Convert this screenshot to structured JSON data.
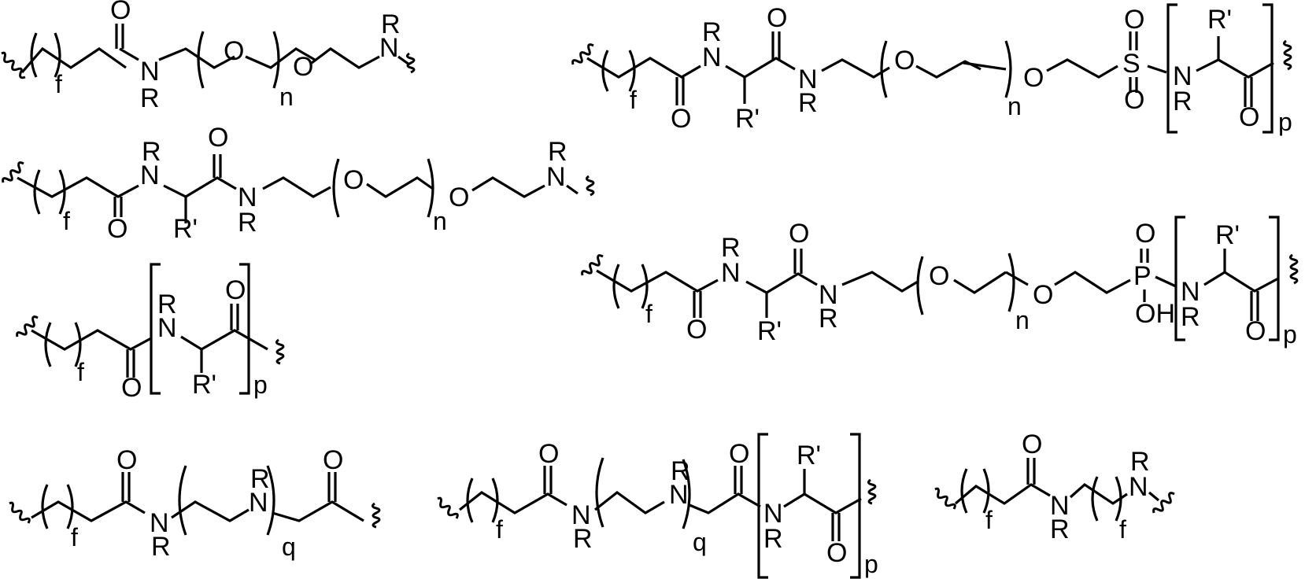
{
  "figure": {
    "description": "Linker structures (8 chemical structures)",
    "colors": {
      "ink": "#000000",
      "background": "#ffffff"
    }
  },
  "labels": {
    "O": "O",
    "N": "N",
    "R": "R",
    "Rp": "R'",
    "S": "S",
    "P": "P",
    "OH": "OH",
    "f": "f",
    "n": "n",
    "p": "p",
    "q": "q"
  },
  "structures": [
    {
      "id": 1,
      "name": "alkyl-amide-PEG-amine",
      "repeat_indices": [
        "f",
        "n"
      ]
    },
    {
      "id": 2,
      "name": "alkyl-amide-amino-acid-amide-PEG-sulfonyl-peptide",
      "repeat_indices": [
        "f",
        "n",
        "p"
      ]
    },
    {
      "id": 3,
      "name": "alkyl-amide-amino-acid-amide-PEG-amine",
      "repeat_indices": [
        "f",
        "n"
      ]
    },
    {
      "id": 4,
      "name": "alkyl-amide-amino-acid-amide-PEG-phosphonyl-peptide",
      "repeat_indices": [
        "f",
        "n",
        "p"
      ]
    },
    {
      "id": 5,
      "name": "alkyl-peptide",
      "repeat_indices": [
        "f",
        "p"
      ]
    },
    {
      "id": 6,
      "name": "alkyl-amide-polyamine-acetyl",
      "repeat_indices": [
        "f",
        "q"
      ]
    },
    {
      "id": 7,
      "name": "alkyl-amide-polyamine-acetyl-peptide",
      "repeat_indices": [
        "f",
        "q",
        "p"
      ]
    },
    {
      "id": 8,
      "name": "alkyl-amide-alkyl-amine",
      "repeat_indices": [
        "f",
        "f"
      ]
    }
  ]
}
